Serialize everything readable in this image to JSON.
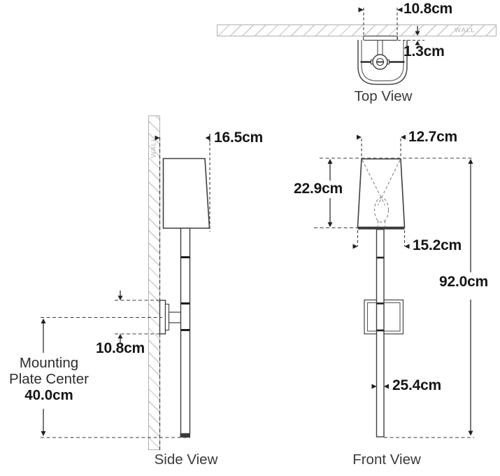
{
  "diagram": {
    "title": "Wall sconce dimension drawing",
    "views": {
      "top": {
        "label": "Top View",
        "wall_label": "WALL",
        "dim_backplate_width": "10.8cm",
        "dim_wall_offset": "1.3cm"
      },
      "side": {
        "label": "Side View",
        "wall_label": "WALL",
        "dim_extension_depth": "16.5cm",
        "dim_backplate_height": "10.8cm",
        "mounting_note": [
          "Mounting",
          "Plate Center"
        ],
        "dim_mounting_plate_center": "40.0cm"
      },
      "front": {
        "label": "Front View",
        "dim_shade_top_width": "12.7cm",
        "dim_shade_height": "22.9cm",
        "dim_shade_bottom_width": "15.2cm",
        "dim_total_height": "92.0cm",
        "dim_backplate": "25.4cm"
      }
    },
    "colors": {
      "line": "#3f3f3f",
      "joint": "#1f1f1f",
      "dashed": "#3c3c3c",
      "hatch": "#c9c9c9",
      "wall_text": "#b3b3b3",
      "dim_text": "#161616",
      "caption_text": "#3a3a3a"
    }
  }
}
